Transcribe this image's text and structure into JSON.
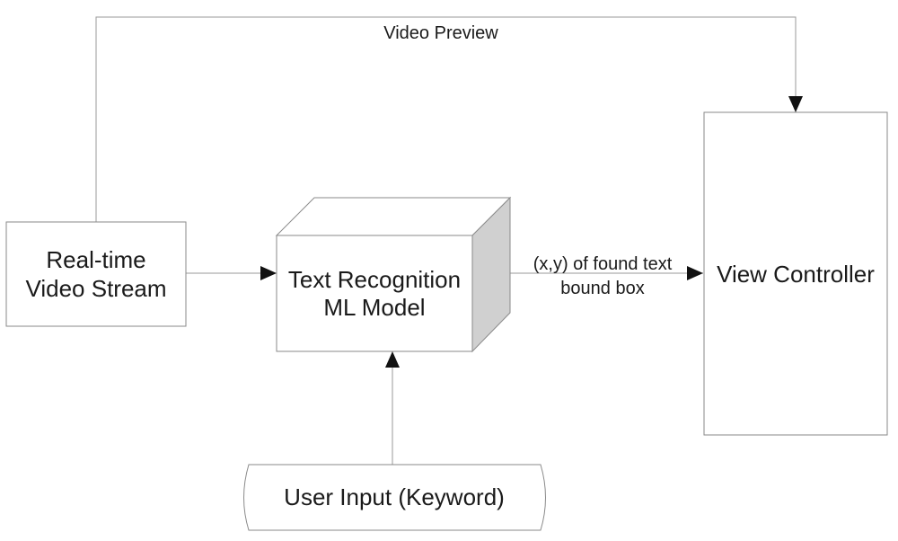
{
  "nodes": {
    "video_stream": {
      "line1": "Real-time",
      "line2": "Video Stream"
    },
    "ml_model": {
      "line1": "Text Recognition",
      "line2": "ML Model"
    },
    "view_controller": {
      "label": "View Controller"
    },
    "user_input": {
      "label": "User Input (Keyword)"
    }
  },
  "edges": {
    "video_preview": {
      "label": "Video Preview"
    },
    "found_text": {
      "line1": "(x,y) of found text",
      "line2": "bound box"
    }
  },
  "colors": {
    "stroke": "#8a8a8a",
    "arrowhead": "#111111",
    "cube_side": "#d0d0d0",
    "text": "#1a1a1a"
  }
}
